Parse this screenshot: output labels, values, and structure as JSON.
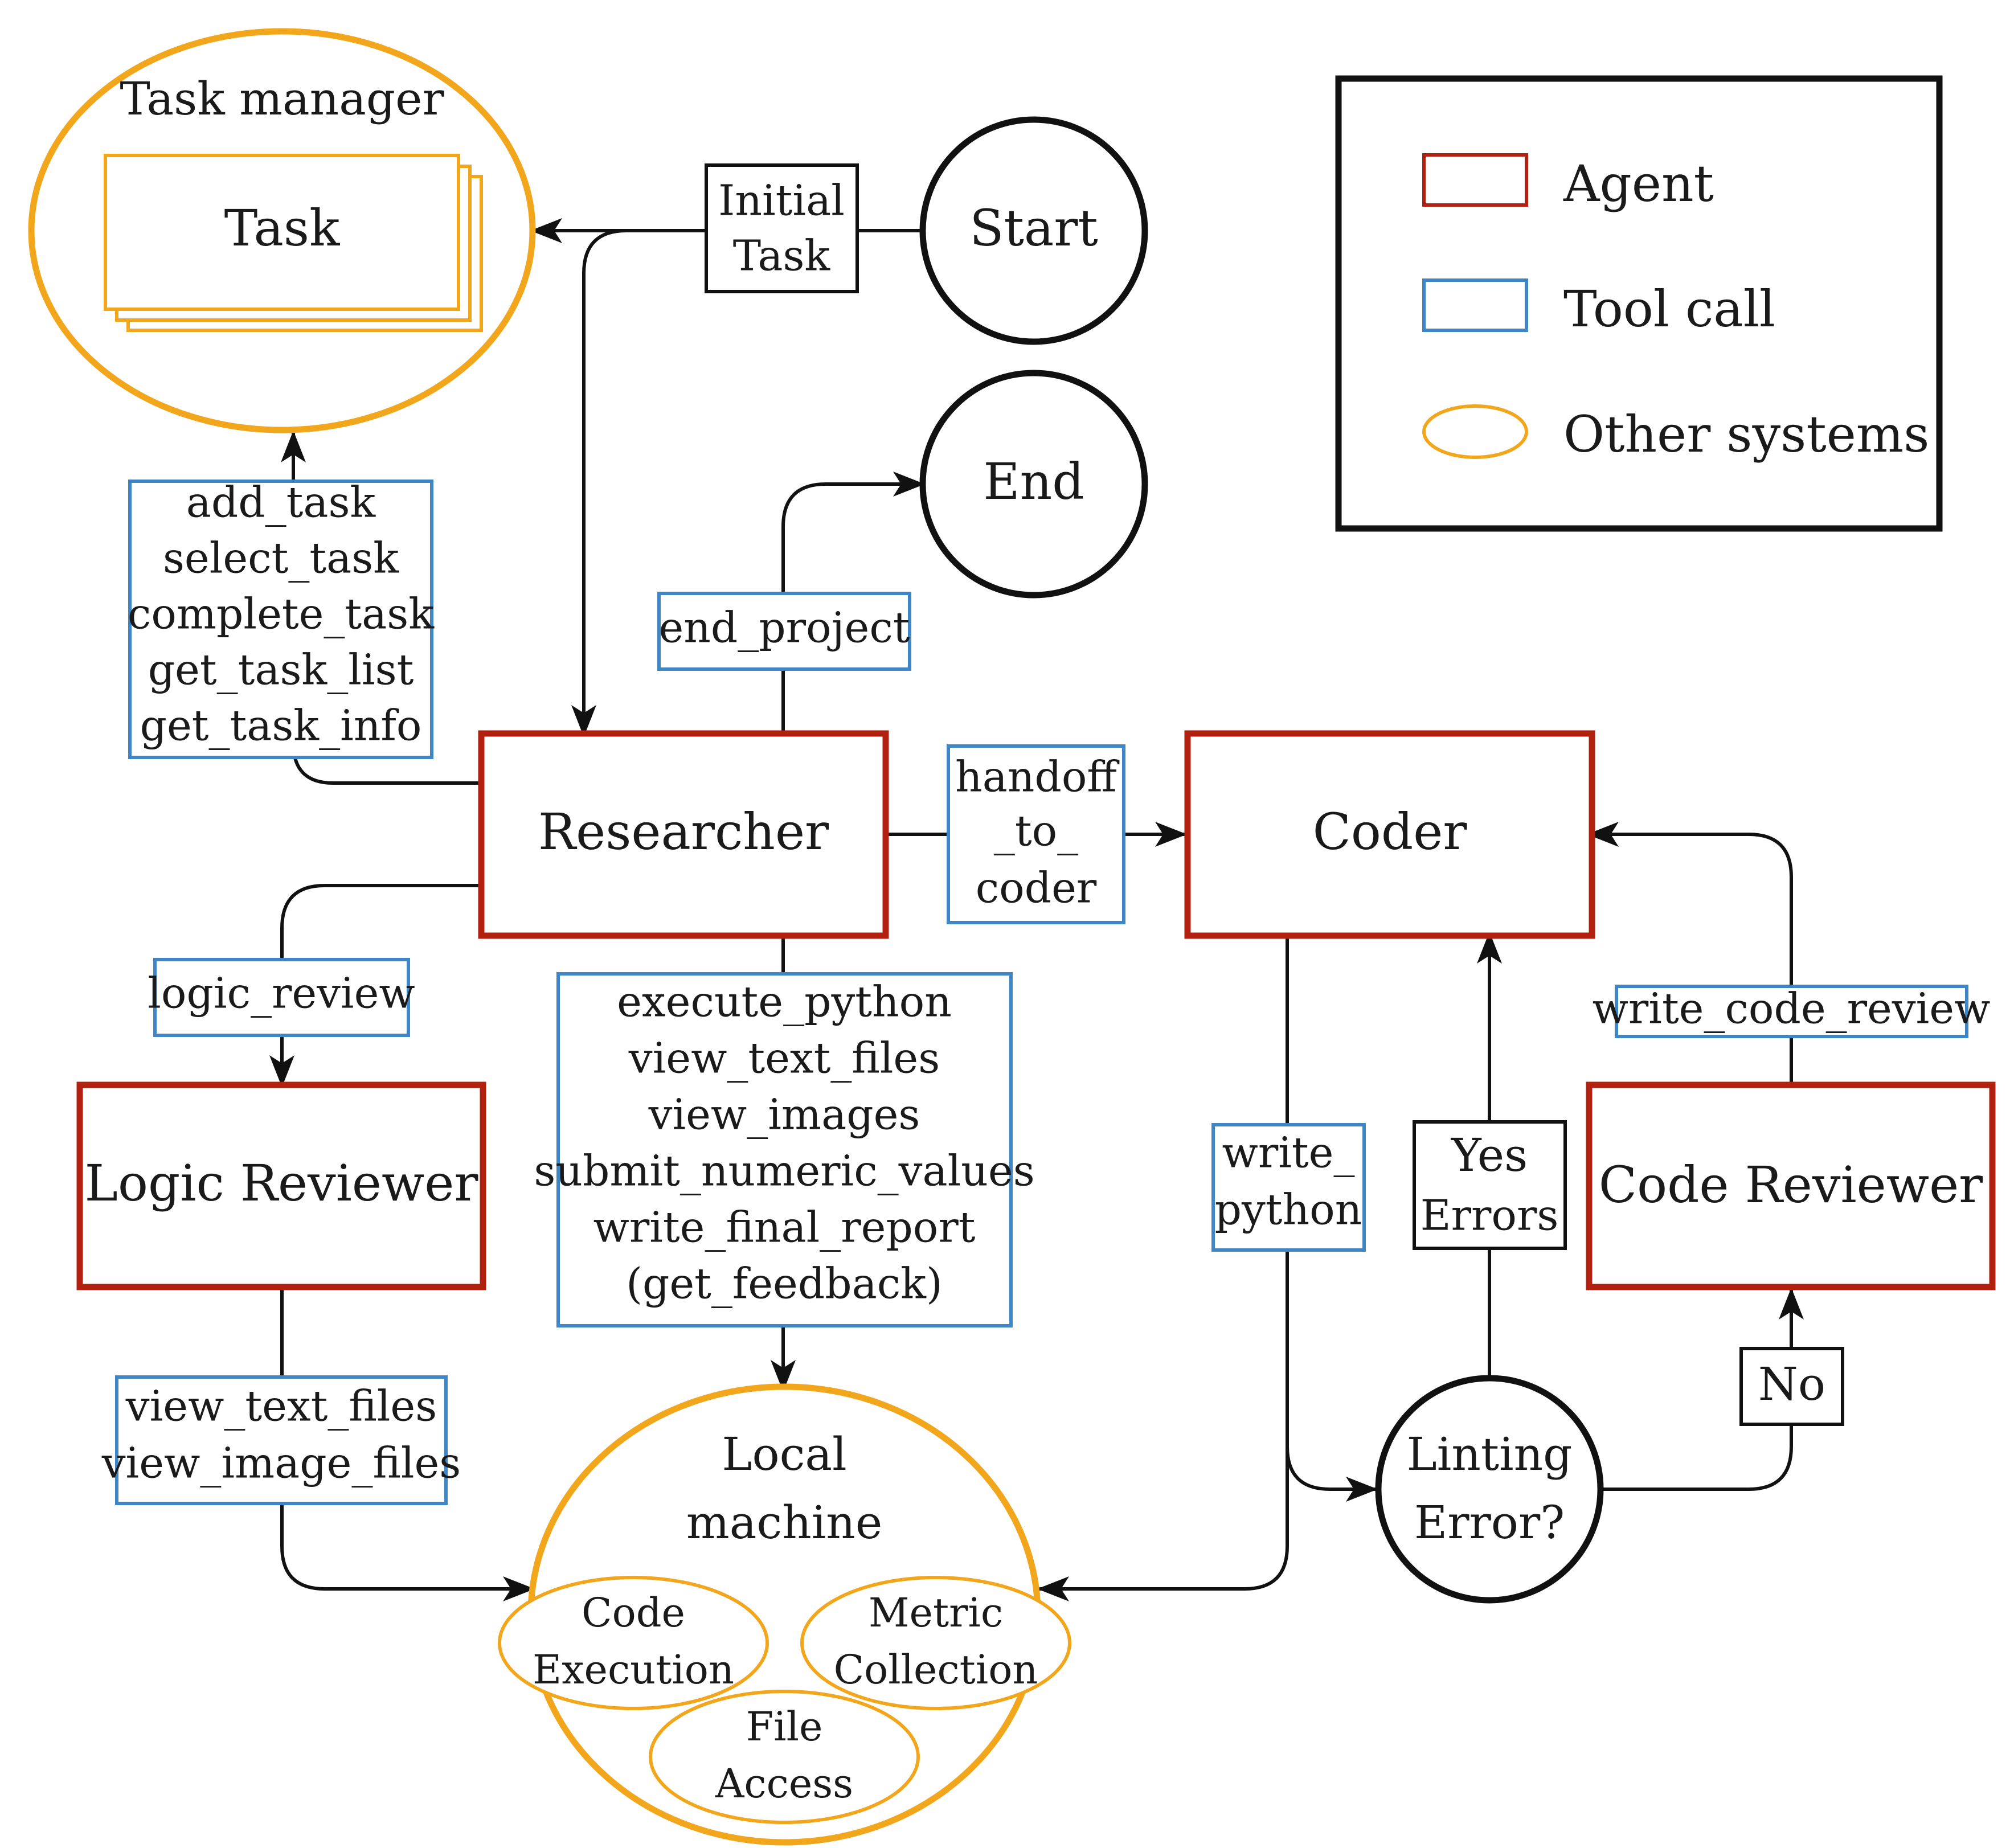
{
  "colors": {
    "agent": "#b22010",
    "tool_call": "#3f86c6",
    "other_systems": "#f2a61b",
    "line": "#111111"
  },
  "legend": {
    "agent": "Agent",
    "tool_call": "Tool call",
    "other_systems": "Other systems"
  },
  "task_manager": {
    "title": "Task manager",
    "task": "Task"
  },
  "initial_task": [
    "Initial",
    "Task"
  ],
  "start": "Start",
  "end": "End",
  "agents": {
    "researcher": "Researcher",
    "coder": "Coder",
    "logic_reviewer": "Logic Reviewer",
    "code_reviewer": "Code Reviewer"
  },
  "tools": {
    "task_tools": [
      "add_task",
      "select_task",
      "complete_task",
      "get_task_list",
      "get_task_info"
    ],
    "end_project": "end_project",
    "handoff": [
      "handoff",
      "_to_",
      "coder"
    ],
    "logic_review": "logic_review",
    "researcher_tools": [
      "execute_python",
      "view_text_files",
      "view_images",
      "submit_numeric_values",
      "write_final_report",
      "(get_feedback)"
    ],
    "write_python": [
      "write_",
      "python"
    ],
    "write_code_review": "write_code_review",
    "reviewer_tools": [
      "view_text_files",
      "view_image_files"
    ]
  },
  "decisions": {
    "yes_errors": [
      "Yes",
      "Errors"
    ],
    "no": "No",
    "linting": [
      "Linting",
      "Error?"
    ]
  },
  "local_machine": {
    "title": [
      "Local",
      "machine"
    ],
    "code_execution": [
      "Code",
      "Execution"
    ],
    "metric_collection": [
      "Metric",
      "Collection"
    ],
    "file_access": [
      "File",
      "Access"
    ]
  }
}
